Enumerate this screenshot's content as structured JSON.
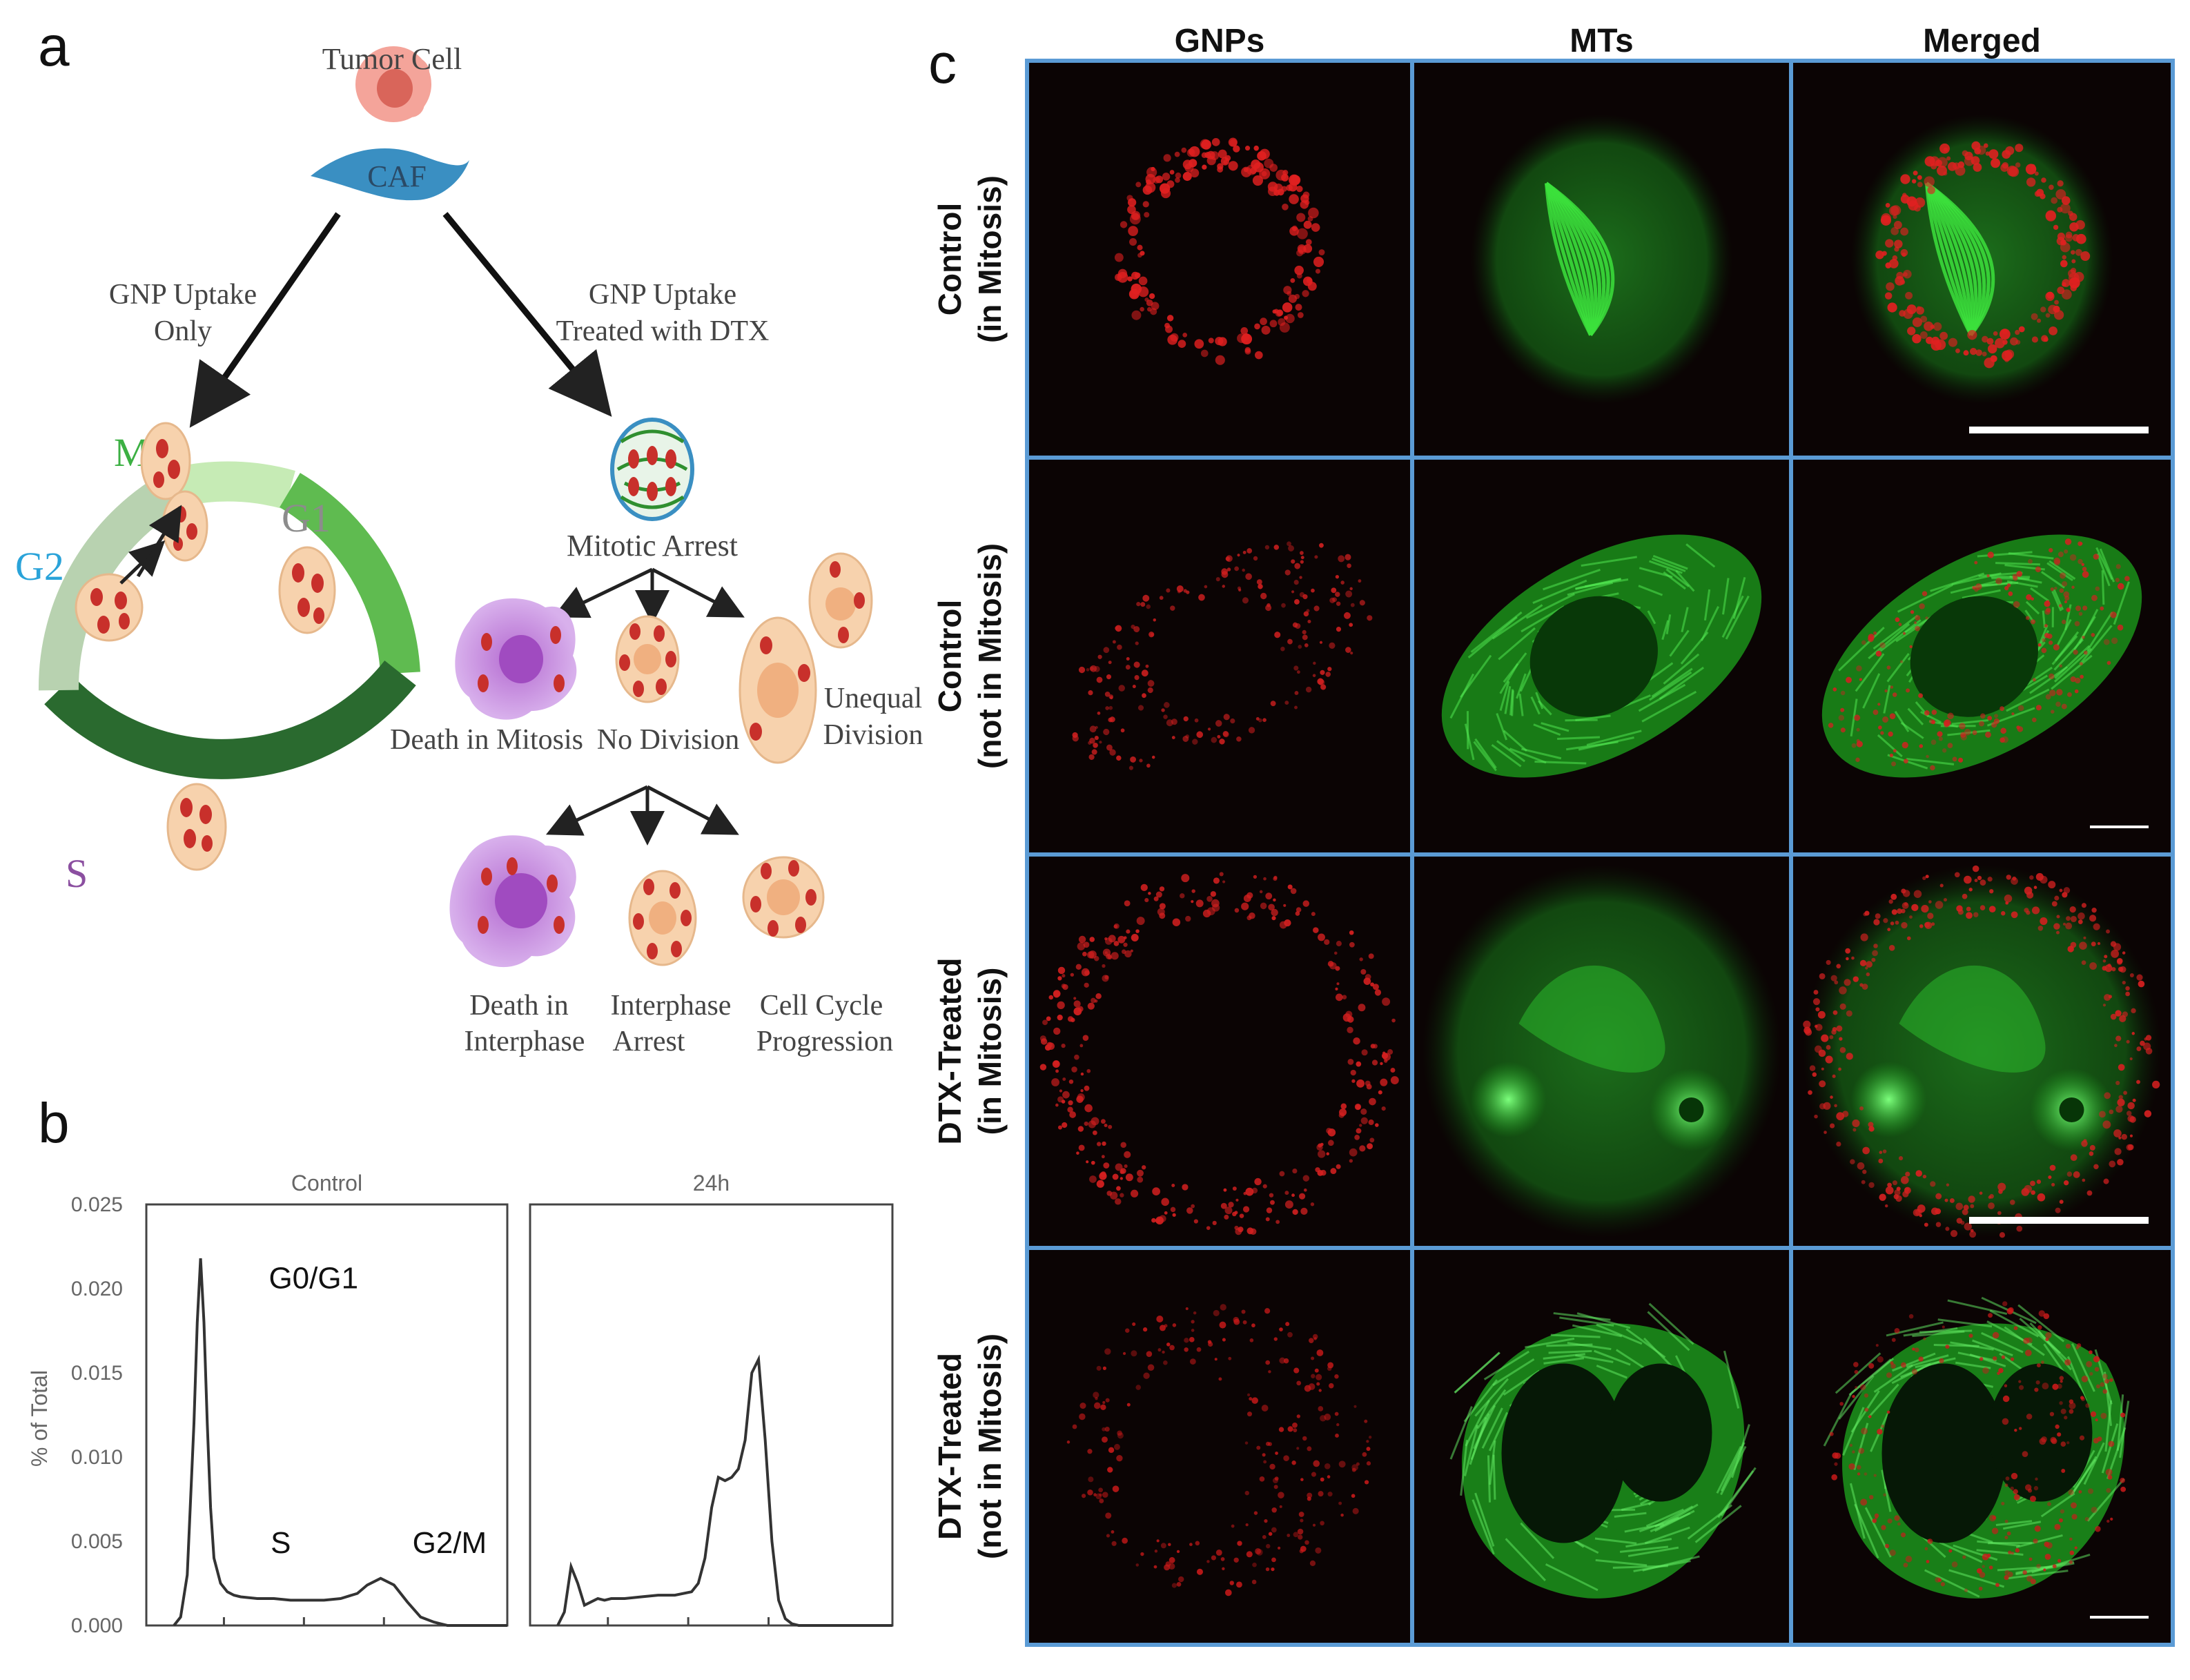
{
  "panel_a": {
    "letter": "a",
    "tumor_cell": "Tumor Cell",
    "caf": "CAF",
    "left_branch": [
      "GNP Uptake",
      "Only"
    ],
    "right_branch": [
      "GNP Uptake",
      "Treated with DTX"
    ],
    "phases": {
      "M": "M",
      "G1": "G1",
      "G2": "G2",
      "S": "S"
    },
    "mitotic_arrest": "Mitotic Arrest",
    "outcomes1": {
      "death_in_mitosis": "Death in Mitosis",
      "no_division": "No  Division",
      "unequal_division": [
        "Unequal",
        "Division"
      ]
    },
    "outcomes2": {
      "death_in_interphase": [
        "Death in",
        "Interphase"
      ],
      "interphase_arrest": [
        "Interphase",
        "Arrest"
      ],
      "cell_cycle_progression": [
        "Cell Cycle",
        "Progression"
      ]
    },
    "colors": {
      "M": "#3cb043",
      "G1": "#8c8c8c",
      "G2": "#2aa3d9",
      "S": "#8b4fa0",
      "caf": "#3a8fc2",
      "cell": "#f7d2ad",
      "gnp": "#c8302b"
    }
  },
  "panel_b": {
    "letter": "b",
    "chart_data": {
      "type": "line",
      "ylabel": "% of Total",
      "ylim": [
        0,
        0.025
      ],
      "yticks": [
        "0.025",
        "0.020",
        "0.015",
        "0.010",
        "0.005",
        "0.000"
      ],
      "panels": [
        {
          "title": "Control",
          "annotations": [
            "G0/G1",
            "S",
            "G2/M"
          ],
          "x": [
            0,
            2,
            4,
            6,
            7,
            8,
            9,
            10,
            11,
            12,
            14,
            16,
            18,
            20,
            25,
            30,
            35,
            40,
            45,
            50,
            55,
            58,
            62,
            66,
            70,
            74,
            78,
            82,
            86,
            90,
            95,
            100
          ],
          "y": [
            0,
            0.0005,
            0.003,
            0.012,
            0.018,
            0.0218,
            0.018,
            0.012,
            0.007,
            0.004,
            0.0025,
            0.002,
            0.0018,
            0.0017,
            0.0016,
            0.0016,
            0.0015,
            0.0015,
            0.0015,
            0.0016,
            0.0019,
            0.0024,
            0.0028,
            0.0024,
            0.0014,
            0.0005,
            0.0002,
            0,
            0,
            0,
            0,
            0
          ]
        },
        {
          "title": "24h",
          "annotations": [],
          "x": [
            0,
            2,
            4,
            6,
            8,
            10,
            12,
            14,
            16,
            20,
            25,
            30,
            35,
            40,
            42,
            44,
            46,
            48,
            50,
            52,
            54,
            56,
            58,
            60,
            62,
            64,
            66,
            68,
            70,
            72,
            74,
            76,
            78,
            80,
            85,
            90,
            100
          ],
          "y": [
            0,
            0.0008,
            0.0035,
            0.0025,
            0.0012,
            0.0014,
            0.0016,
            0.0015,
            0.0016,
            0.0016,
            0.0017,
            0.0018,
            0.0018,
            0.002,
            0.0025,
            0.004,
            0.007,
            0.0088,
            0.0086,
            0.0088,
            0.0093,
            0.011,
            0.015,
            0.0158,
            0.011,
            0.005,
            0.0015,
            0.0004,
            0.0001,
            0,
            0,
            0,
            0,
            0,
            0,
            0,
            0
          ]
        }
      ]
    }
  },
  "panel_c": {
    "letter": "c",
    "columns": [
      "GNPs",
      "MTs",
      "Merged"
    ],
    "rows": [
      [
        "Control",
        "(in Mitosis)"
      ],
      [
        "Control",
        "(not in Mitosis)"
      ],
      [
        "DTX-Treated",
        "(in Mitosis)"
      ],
      [
        "DTX-Treated",
        "(not in Mitosis)"
      ]
    ],
    "grid_color": "#5b9bd5",
    "red": "#e02020",
    "green": "#2fd02f"
  }
}
